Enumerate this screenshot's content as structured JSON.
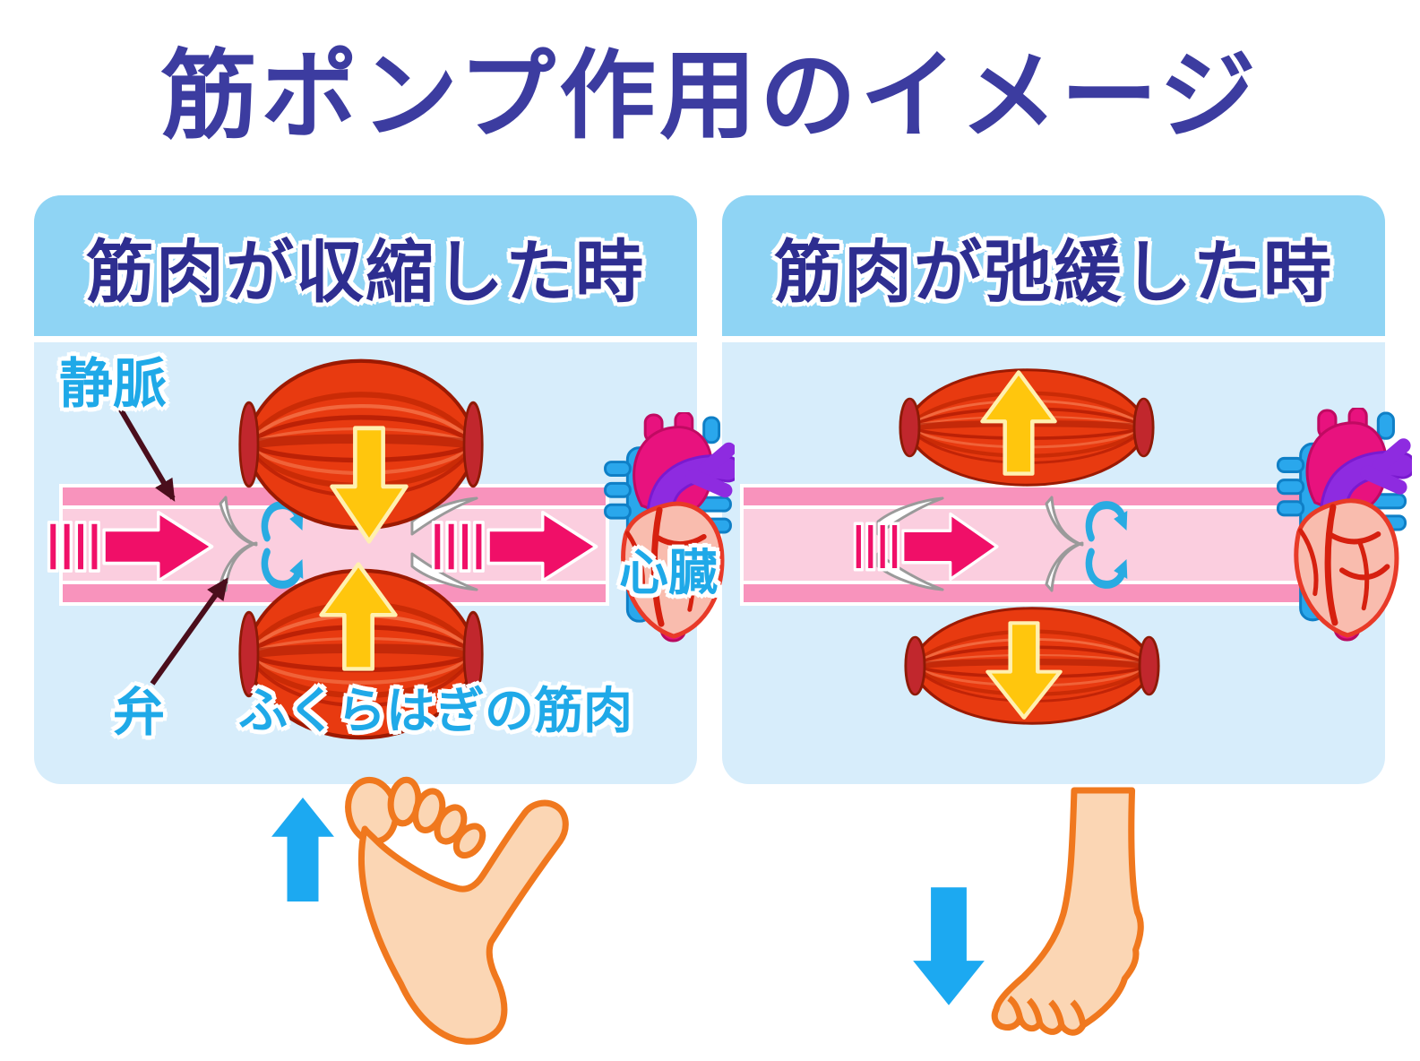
{
  "title": "筋ポンプ作用のイメージ",
  "left_panel": {
    "header": "筋肉が収縮した時"
  },
  "right_panel": {
    "header": "筋肉が弛緩した時"
  },
  "labels": {
    "vein": "静脈",
    "valve": "弁",
    "calf_muscle": "ふくらはぎの筋肉",
    "heart": "心臓"
  },
  "colors": {
    "title_text": "#3C3CA0",
    "header_text": "#2E2E90",
    "panel_header_bg": "#8FD4F4",
    "panel_body_bg": "#D7EDFB",
    "label_cyan": "#1FA9E8",
    "vein_wall_pink": "#F893BC",
    "vein_lumen_pink": "#FBCEDF",
    "blood_flow_magenta": "#F00F68",
    "muscle_red": "#E83A10",
    "squeeze_arrow_yellow": "#FFC60D",
    "motion_arrow_blue": "#1CA9F1",
    "skin": "#FBD6B4",
    "skin_outline": "#F0781E",
    "pointer_arrow_maroon": "#4A0E1C",
    "swirl_cyan": "#29ABE2"
  }
}
